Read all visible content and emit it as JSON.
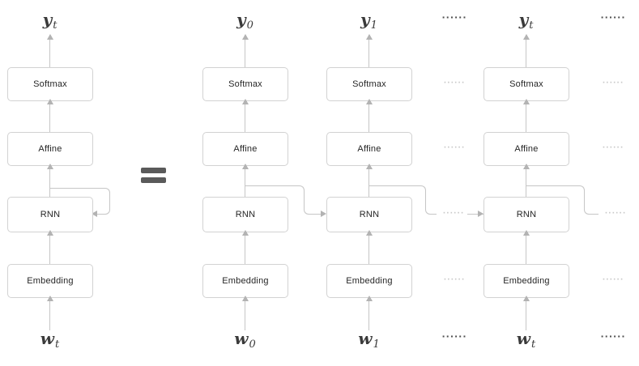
{
  "relation_symbol": "=",
  "blocks": {
    "softmax": "Softmax",
    "affine": "Affine",
    "rnn": "RNN",
    "embedding": "Embedding"
  },
  "columns": [
    {
      "role": "folded",
      "output_var": "y",
      "output_sub": "t",
      "input_var": "w",
      "input_sub": "t"
    },
    {
      "role": "unrolled-step-0",
      "output_var": "y",
      "output_sub": "0",
      "input_var": "w",
      "input_sub": "0"
    },
    {
      "role": "unrolled-step-1",
      "output_var": "y",
      "output_sub": "1",
      "input_var": "w",
      "input_sub": "1"
    },
    {
      "role": "unrolled-step-t",
      "output_var": "y",
      "output_sub": "t",
      "input_var": "w",
      "input_sub": "t"
    }
  ],
  "ellipsis": {
    "text": "......"
  },
  "colors": {
    "line": "#c6c6c6",
    "arrowhead": "#b3b3b3",
    "box_border": "#d2d2d2",
    "box_text": "#262626",
    "label_text": "#3a3a3a",
    "dots_dark": "#4d4d4d",
    "dots_light": "#c9c9c9",
    "equals": "#5a5a5a"
  }
}
